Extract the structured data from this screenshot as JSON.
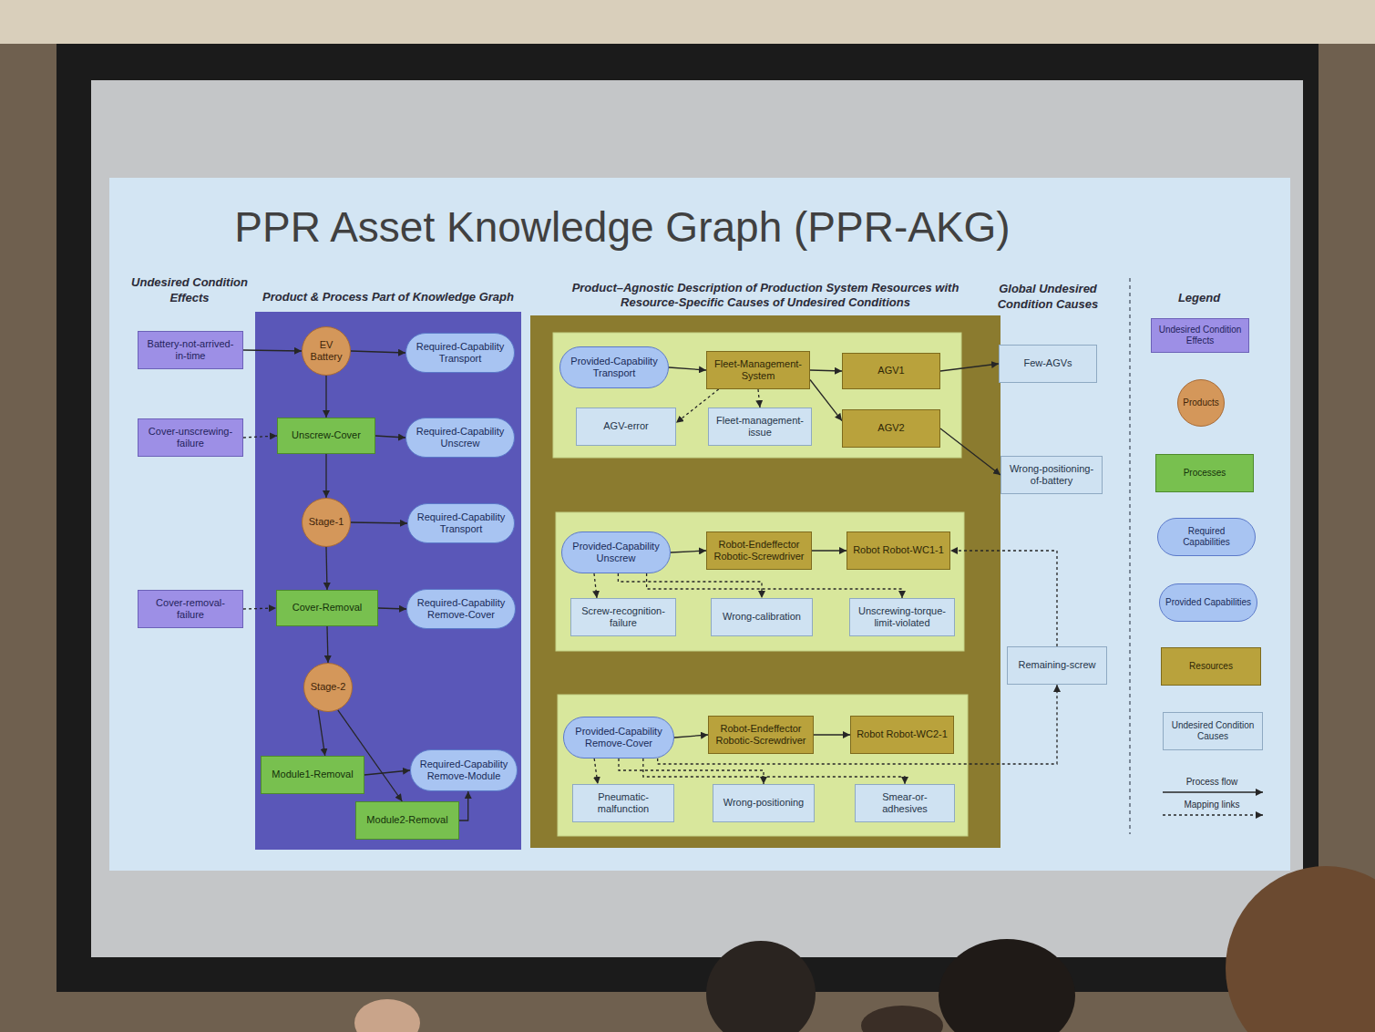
{
  "diagram": {
    "title": "PPR Asset Knowledge Graph (PPR-AKG)",
    "nodes": [
      {
        "text": [
          "Battery-not-arrived-in-time"
        ]
      },
      {
        "text": [
          "Cover-unscrewing-failure"
        ]
      },
      {
        "text": [
          "Cover-removal-failure"
        ]
      },
      {
        "text": [
          "Product & Process Part of Knowledge Graph"
        ]
      },
      {
        "text": [
          "EV Battery"
        ],
        "in": 3
      },
      {
        "text": [
          "Required-Capability Transport"
        ],
        "in": 3
      },
      {
        "text": [
          "Unscrew-Cover"
        ],
        "in": 3
      },
      {
        "text": [
          "Required-Capability Unscrew"
        ],
        "in": 3
      },
      {
        "text": [
          "Stage-1"
        ],
        "in": 3
      },
      {
        "text": [
          "Required-Capability Transport"
        ],
        "in": 3
      },
      {
        "text": [
          "Cover-Removal"
        ],
        "in": 3
      },
      {
        "text": [
          "Required-Capability Remove-Cover"
        ],
        "in": 3
      },
      {
        "text": [
          "Stage-2"
        ],
        "in": 3
      },
      {
        "text": [
          "Module1-Removal"
        ],
        "in": 3
      },
      {
        "text": [
          "Required-Capability Remove-Module"
        ],
        "in": 3
      },
      {
        "text": [
          "Module2-Removal"
        ],
        "in": 3
      },
      {
        "text": [
          "Product–Agnostic Description of Production System Resources with Resource-Specific Causes of Undesired Conditions"
        ]
      },
      {
        "text": [
          "Provided-Capability Transport"
        ],
        "in": 16
      },
      {
        "text": [
          "Fleet-Management-System"
        ],
        "in": 16
      },
      {
        "text": [
          "AGV1"
        ],
        "in": 16
      },
      {
        "text": [
          "AGV-error"
        ],
        "in": 16
      },
      {
        "text": [
          "Fleet-management-issue"
        ],
        "in": 16
      },
      {
        "text": [
          "AGV2"
        ],
        "in": 16
      },
      {
        "text": [
          "Provided-Capability Unscrew"
        ],
        "in": 16
      },
      {
        "text": [
          "Robot-Endeffector Robotic-Screwdriver"
        ],
        "in": 16
      },
      {
        "text": [
          "Robot Robot-WC1-1"
        ],
        "in": 16
      },
      {
        "text": [
          "Screw-recognition-failure"
        ],
        "in": 16
      },
      {
        "text": [
          "Wrong-calibration"
        ],
        "in": 16
      },
      {
        "text": [
          "Unscrewing-torque-limit-violated"
        ],
        "in": 16
      },
      {
        "text": [
          "Provided-Capability Remove-Cover"
        ],
        "in": 16
      },
      {
        "text": [
          "Robot-Endeffector Robotic-Screwdriver"
        ],
        "in": 16
      },
      {
        "text": [
          "Robot Robot-WC2-1"
        ],
        "in": 16
      },
      {
        "text": [
          "Pneumatic-malfunction"
        ],
        "in": 16
      },
      {
        "text": [
          "Wrong-positioning"
        ],
        "in": 16
      },
      {
        "text": [
          "Smear-or-adhesives"
        ],
        "in": 16
      },
      {
        "text": [
          "Few-AGVs"
        ]
      },
      {
        "text": [
          "Wrong-positioning-of-battery"
        ]
      },
      {
        "text": [
          "Remaining-screw"
        ]
      }
    ],
    "edges": [
      {
        "from": 0,
        "to": 4,
        "arrow": "to"
      },
      {
        "from": 1,
        "to": 6,
        "arrow": "to"
      },
      {
        "from": 2,
        "to": 10,
        "arrow": "to"
      },
      {
        "from": 4,
        "to": 6,
        "arrow": "to"
      },
      {
        "from": 6,
        "to": 8,
        "arrow": "to"
      },
      {
        "from": 8,
        "to": 10,
        "arrow": "to"
      },
      {
        "from": 10,
        "to": 12,
        "arrow": "to"
      },
      {
        "from": 12,
        "to": 13,
        "arrow": "to"
      },
      {
        "from": 12,
        "to": 15,
        "arrow": "to"
      },
      {
        "from": 4,
        "to": 5,
        "arrow": "to"
      },
      {
        "from": 6,
        "to": 7,
        "arrow": "to"
      },
      {
        "from": 8,
        "to": 9,
        "arrow": "to"
      },
      {
        "from": 10,
        "to": 11,
        "arrow": "to"
      },
      {
        "from": 13,
        "to": 14,
        "arrow": "to"
      },
      {
        "from": 15,
        "to": 14,
        "arrow": "to"
      },
      {
        "from": 17,
        "to": 18,
        "arrow": "to"
      },
      {
        "from": 18,
        "to": 19,
        "arrow": "to"
      },
      {
        "from": 18,
        "to": 22,
        "arrow": "to"
      },
      {
        "from": 18,
        "to": 21,
        "arrow": "to"
      },
      {
        "from": 18,
        "to": 20,
        "arrow": "to"
      },
      {
        "from": 23,
        "to": 24,
        "arrow": "to"
      },
      {
        "from": 24,
        "to": 25,
        "arrow": "to"
      },
      {
        "from": 23,
        "to": 26,
        "arrow": "to"
      },
      {
        "from": 23,
        "to": 27,
        "arrow": "to"
      },
      {
        "from": 23,
        "to": 28,
        "arrow": "to"
      },
      {
        "from": 29,
        "to": 30,
        "arrow": "to"
      },
      {
        "from": 30,
        "to": 31,
        "arrow": "to"
      },
      {
        "from": 29,
        "to": 32,
        "arrow": "to"
      },
      {
        "from": 29,
        "to": 33,
        "arrow": "to"
      },
      {
        "from": 29,
        "to": 34,
        "arrow": "to"
      },
      {
        "from": 19,
        "to": 35,
        "arrow": "to"
      },
      {
        "from": 22,
        "to": 36,
        "arrow": "to"
      },
      {
        "from": 37,
        "to": 25,
        "arrow": "to"
      },
      {
        "from": 29,
        "to": 37,
        "arrow": "to"
      }
    ],
    "labels": [
      "Undesired Condition Effects",
      "Global Undesired Condition Causes",
      "Legend"
    ],
    "legend": [
      {
        "text": "Undesired Condition Effects",
        "color": "#9d8fe6"
      },
      {
        "text": "Products",
        "color": "#d4975a"
      },
      {
        "text": "Processes",
        "color": "#78c04f"
      },
      {
        "text": "Required Capabilities",
        "color": "#a8c4f2"
      },
      {
        "text": "Provided Capabilities",
        "color": "#a8c4f2"
      },
      {
        "text": "Resources",
        "color": "#b9a23c"
      },
      {
        "text": "Undesired Condition Causes",
        "color": "#cfe2f2"
      },
      {
        "text": "Process flow"
      },
      {
        "text": "Mapping links"
      }
    ]
  }
}
